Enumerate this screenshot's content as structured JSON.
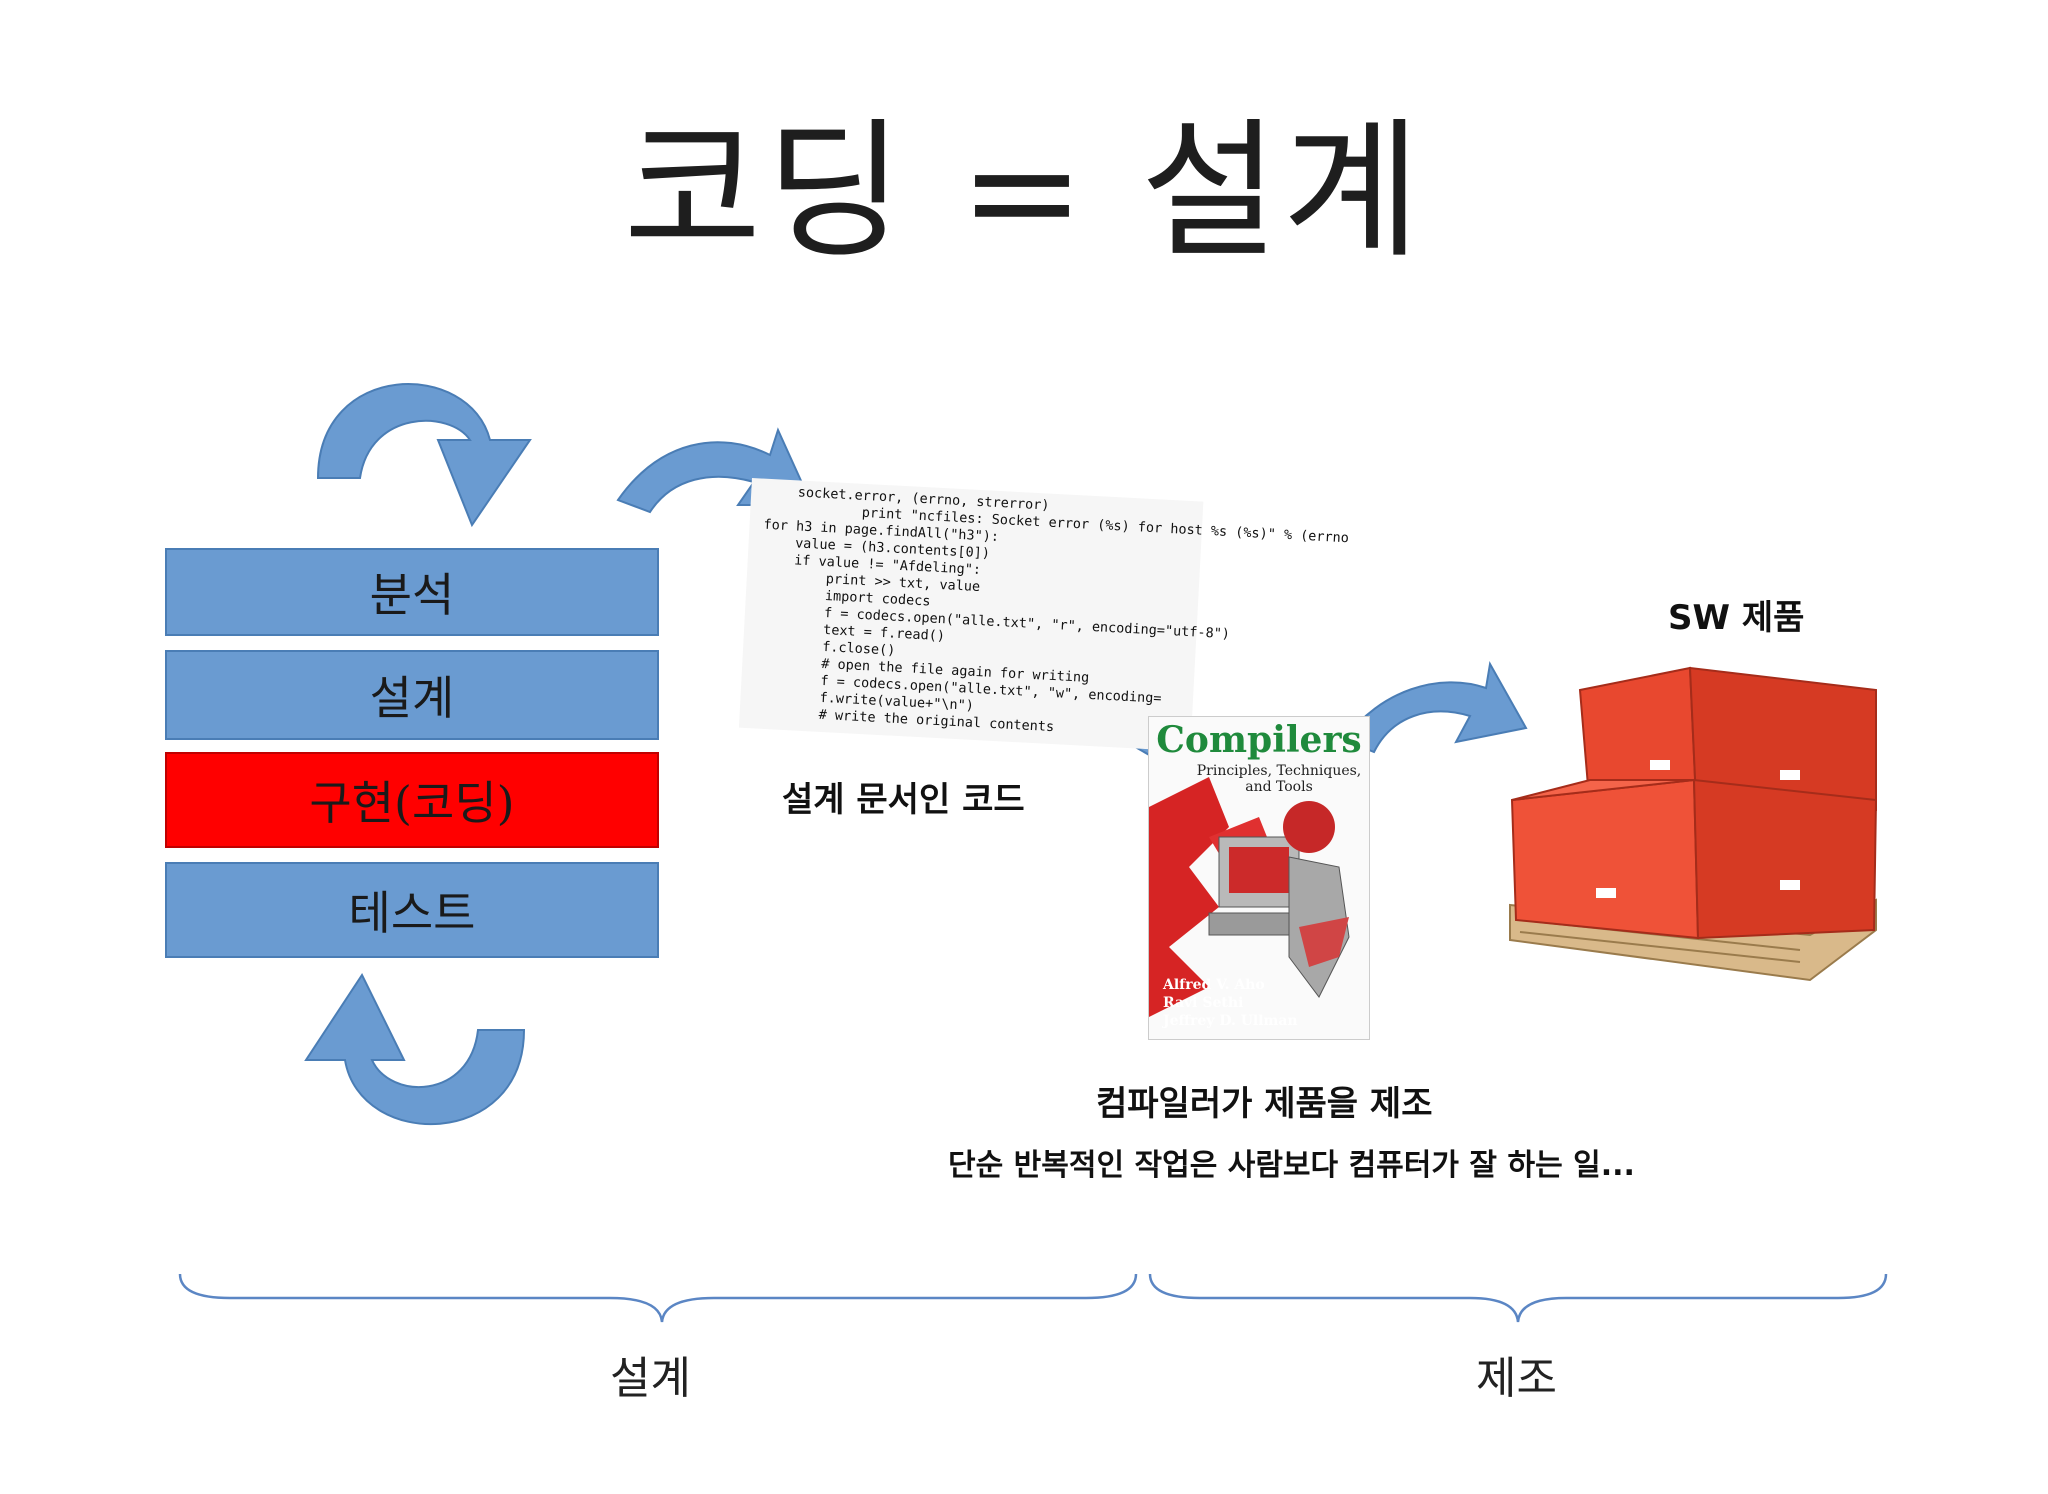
{
  "title": "코딩 = 설계",
  "stages": [
    {
      "label": "분석",
      "active": false
    },
    {
      "label": "설계",
      "active": false
    },
    {
      "label": "구현(코딩)",
      "active": true
    },
    {
      "label": "테스트",
      "active": false
    }
  ],
  "code_snippet": {
    "caption": "설계 문서인 코드",
    "lines": [
      "    socket.error, (errno, strerror)",
      "            print \"ncfiles: Socket error (%s) for host %s (%s)\" % (errno",
      "for h3 in page.findAll(\"h3\"):",
      "    value = (h3.contents[0])",
      "    if value != \"Afdeling\":",
      "        print >> txt, value",
      "        import codecs",
      "        f = codecs.open(\"alle.txt\", \"r\", encoding=\"utf-8\")",
      "        text = f.read()",
      "        f.close()",
      "        # open the file again for writing",
      "        f = codecs.open(\"alle.txt\", \"w\", encoding=",
      "        f.write(value+\"\\n\")",
      "        # write the original contents"
    ]
  },
  "book": {
    "title": "Compilers",
    "subtitle": "Principles, Techniques, and Tools",
    "authors": [
      "Alfred V. Aho",
      "Ravi Sethi",
      "Jeffrey D. Ullman"
    ]
  },
  "product_label": "SW 제품",
  "compiler_caption": "컴파일러가 제품을 제조",
  "compiler_note": "단순 반복적인 작업은 사람보다 컴퓨터가 잘 하는 일...",
  "phases": [
    {
      "label": "설계"
    },
    {
      "label": "제조"
    }
  ],
  "colors": {
    "stage_blue": "#6a9bd1",
    "stage_active": "#ff0000",
    "arrow_blue": "#6a9bd1",
    "brace": "#5b86c4",
    "box_red": "#e8482f"
  }
}
